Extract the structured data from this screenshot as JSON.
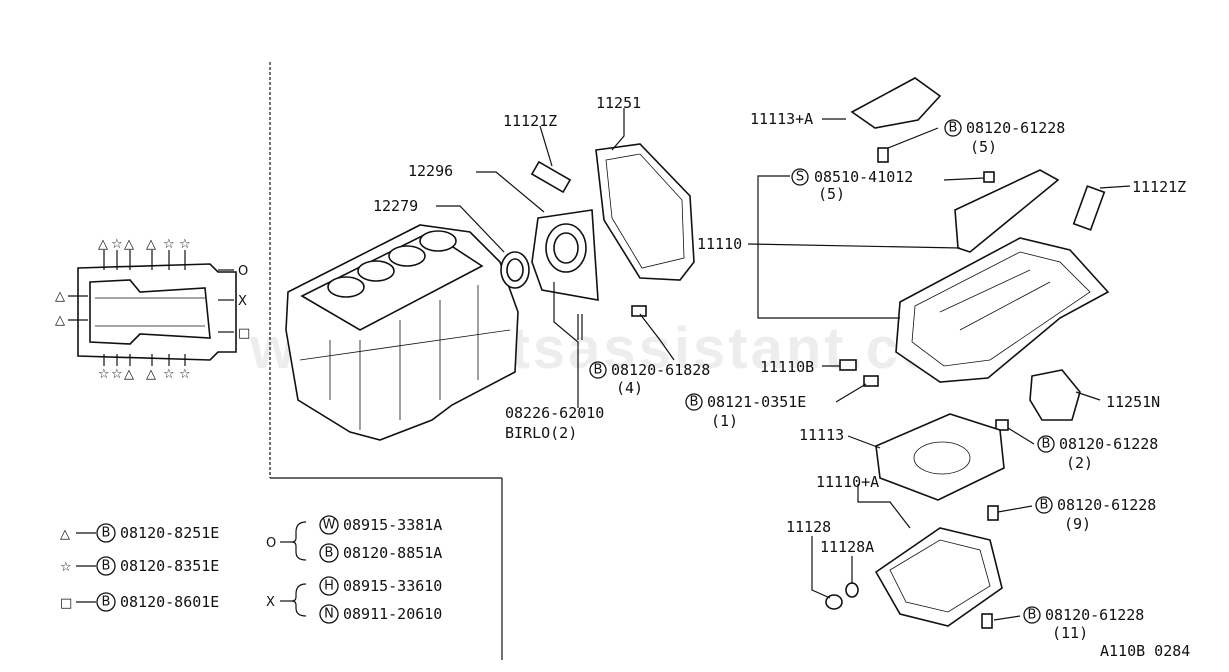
{
  "watermark": "www.partsassistant.com",
  "diagram_code": "A110B 0284",
  "callouts": {
    "p11121z_left": "11121Z",
    "p11251": "11251",
    "p12296": "12296",
    "p12279": "12279",
    "p11113a": "11113+A",
    "bolt_top_code": "08120-61228",
    "bolt_top_qty": "(5)",
    "screw_s_code": "08510-41012",
    "screw_s_qty": "(5)",
    "p11121z_right": "11121Z",
    "p11110": "11110",
    "p11110b": "11110B",
    "bolt_4_code": "08120-61828",
    "bolt_4_qty": "(4)",
    "bolt_1_code": "08121-0351E",
    "bolt_1_qty": "(1)",
    "stud_code": "08226-62010",
    "stud_name": "BIRLO(2)",
    "p11251n": "11251N",
    "p11113": "11113",
    "bolt_2_code": "08120-61228",
    "bolt_2_qty": "(2)",
    "p11110a": "11110+A",
    "bolt_9_code": "08120-61228",
    "bolt_9_qty": "(9)",
    "p11128": "11128",
    "p11128a": "11128A",
    "bolt_11_code": "08120-61228",
    "bolt_11_qty": "(11)"
  },
  "legend": {
    "triangle_code": "08120-8251E",
    "star_code": "08120-8351E",
    "square_code": "08120-8601E",
    "circle_w_code": "08915-3381A",
    "circle_b_code": "08120-8851A",
    "x_h_code": "08915-33610",
    "x_n_code": "08911-20610",
    "marker_circle": "O",
    "marker_x": "X",
    "marker_square": "□",
    "marker_triangle": "△",
    "marker_star": "☆"
  },
  "circle_letters": {
    "b": "B",
    "s": "S",
    "w": "W",
    "h": "H",
    "n": "N"
  }
}
